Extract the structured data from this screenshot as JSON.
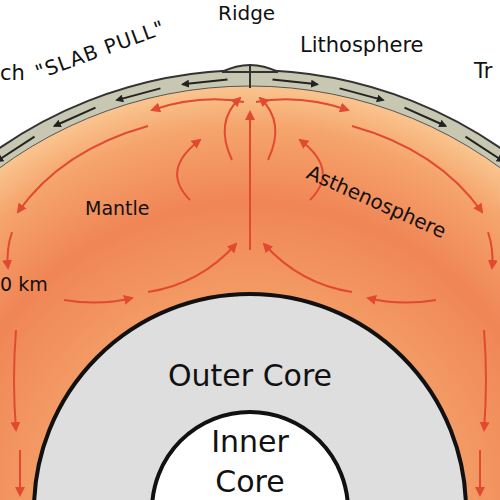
{
  "diagram": {
    "nodes": [
      {
        "text": [
          "Outer Core"
        ]
      },
      {
        "text": [
          "Inner Core"
        ],
        "in": 0
      }
    ],
    "labels": [
      "Ridge",
      "ch",
      "\"SLAB PULL\"",
      "Lithosphere",
      "Tr",
      "Asthenosphere",
      "Mantle",
      "0 km"
    ]
  }
}
